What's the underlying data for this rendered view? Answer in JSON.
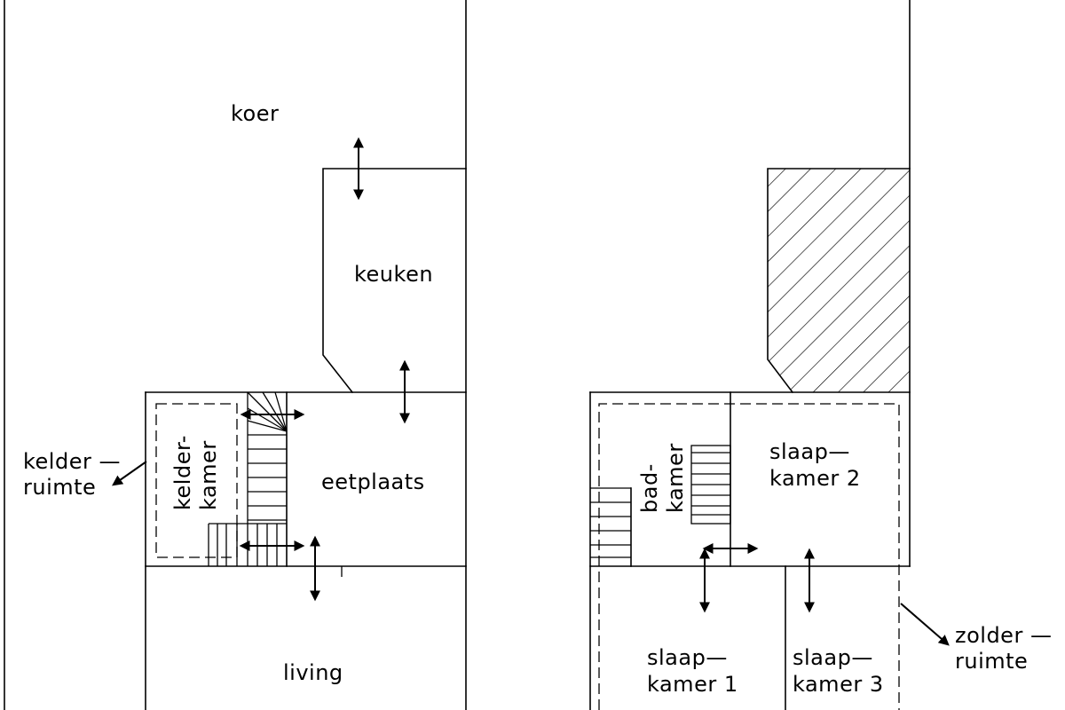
{
  "ground_floor": {
    "koer": "koer",
    "keuken": "keuken",
    "eetplaats": "eetplaats",
    "kelderkamer_line1": "kelder-",
    "kelderkamer_line2": "kamer",
    "kelderruimte_line1": "kelder  —",
    "kelderruimte_line2": "ruimte",
    "living": "living"
  },
  "upper_floor": {
    "badkamer_line1": "bad-",
    "badkamer_line2": "kamer",
    "slaapkamer2_line1": "slaap—",
    "slaapkamer2_line2": "kamer  2",
    "slaapkamer1_line1": "slaap—",
    "slaapkamer1_line2": "kamer  1",
    "slaapkamer3_line1": "slaap—",
    "slaapkamer3_line2": "kamer  3",
    "zolderruimte_line1": "zolder  —",
    "zolderruimte_line2": "ruimte"
  }
}
